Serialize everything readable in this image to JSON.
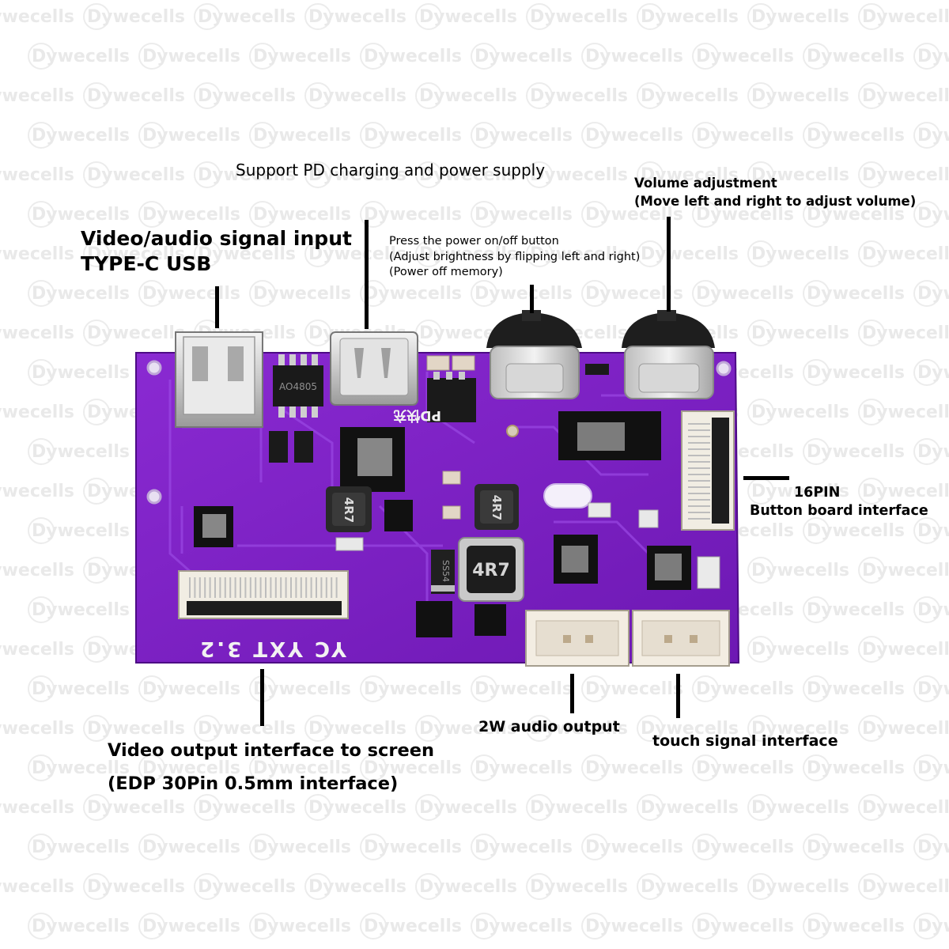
{
  "watermark": {
    "text": "Dywecells"
  },
  "board": {
    "silkscreen_model": "YC YXT 3.2",
    "pd_mark": "PD快充",
    "inductor_marks": [
      "4R7",
      "4R7",
      "4R7"
    ],
    "chip_marks": [
      "AO4805",
      "SS54"
    ]
  },
  "callouts": {
    "usb_input": {
      "line1": "Video/audio signal input",
      "line2": "TYPE-C USB"
    },
    "pd_charging": {
      "text": "Support PD charging and power supply"
    },
    "power_button": {
      "line1": "Press the power on/off button",
      "line2": "(Adjust brightness by flipping left and right)",
      "line3": "(Power off memory)"
    },
    "volume": {
      "line1": "Volume adjustment",
      "line2": "(Move left and right to adjust volume)"
    },
    "button_board": {
      "line1": "16PIN",
      "line2": "Button board interface"
    },
    "audio_output": {
      "text": "2W audio output"
    },
    "touch": {
      "text": "touch signal interface"
    },
    "video_output": {
      "line1": "Video output interface to screen",
      "line2": "(EDP 30Pin 0.5mm interface)"
    }
  },
  "colors": {
    "pcb": "#7a1fc0",
    "pcb_dark": "#5a0f98",
    "pcb_light": "#9a3fe0",
    "silkscreen": "#f2f2f2",
    "connector": "#f3ede2"
  }
}
